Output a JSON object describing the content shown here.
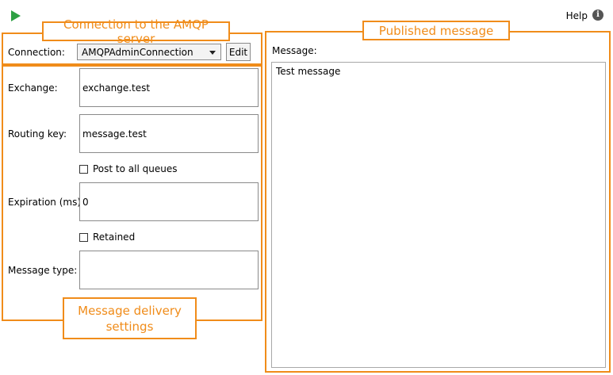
{
  "toolbar": {
    "run_icon": "play-icon",
    "help_label": "Help",
    "help_icon": "info-icon",
    "help_icon_glyph": "i"
  },
  "annotations": {
    "connection": "Connection to the AMQP server",
    "published": "Published message",
    "delivery_line1": "Message delivery",
    "delivery_line2": "settings"
  },
  "connection": {
    "label": "Connection:",
    "selected": "AMQPAdminConnection",
    "edit_label": "Edit"
  },
  "delivery": {
    "exchange_label": "Exchange:",
    "exchange_value": "exchange.test",
    "routing_label": "Routing key:",
    "routing_value": "message.test",
    "post_all_label": "Post to all queues",
    "expiration_label": "Expiration (ms):",
    "expiration_value": "0",
    "retained_label": "Retained",
    "type_label": "Message type:",
    "type_value": ""
  },
  "message": {
    "label": "Message:",
    "value": "Test message"
  },
  "colors": {
    "annotation": "#f08c1a",
    "run": "#2ea043"
  }
}
